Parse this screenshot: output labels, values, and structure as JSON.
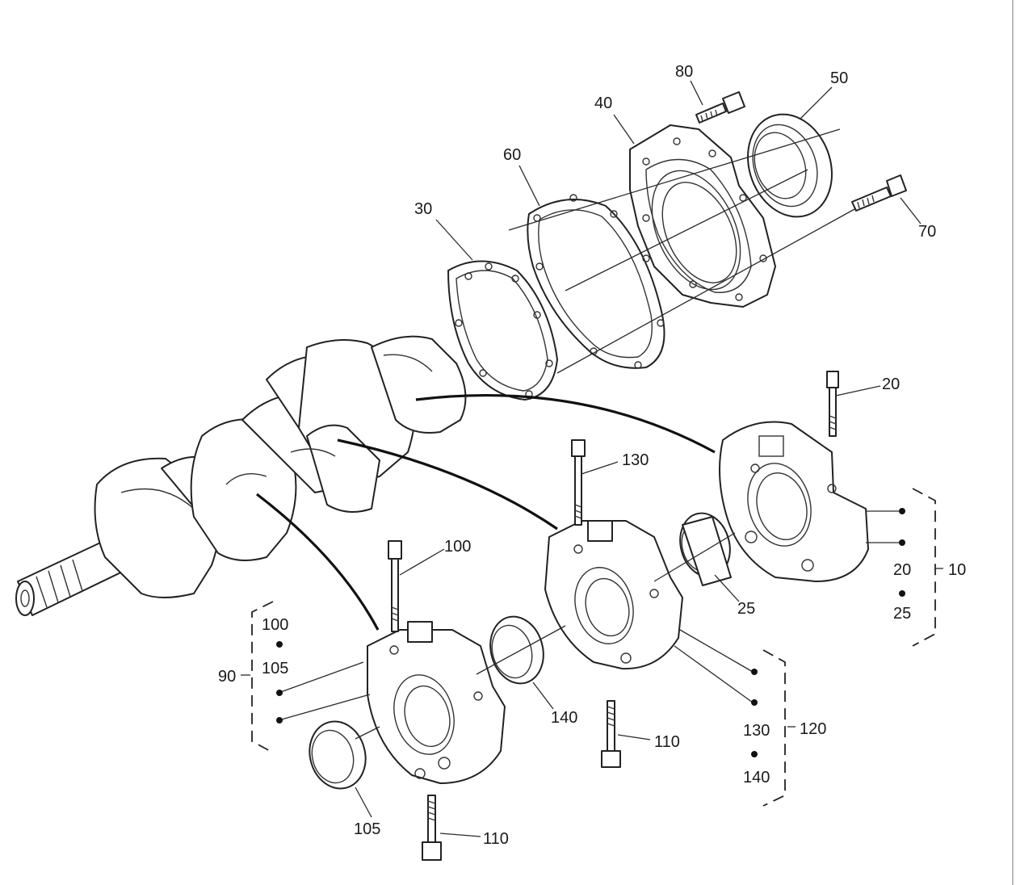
{
  "diagram": {
    "callouts": {
      "c10": "10",
      "c20": "20",
      "c20_group": "20",
      "c25": "25",
      "c25_group": "25",
      "c30": "30",
      "c40": "40",
      "c50": "50",
      "c60": "60",
      "c70": "70",
      "c80": "80",
      "c90": "90",
      "c100": "100",
      "c100_group": "100",
      "c105": "105",
      "c105_group": "105",
      "c110_a": "110",
      "c110_b": "110",
      "c120": "120",
      "c130": "130",
      "c130_group": "130",
      "c140": "140",
      "c140_group": "140"
    },
    "colors": {
      "line": "#222222",
      "background": "#ffffff"
    }
  }
}
